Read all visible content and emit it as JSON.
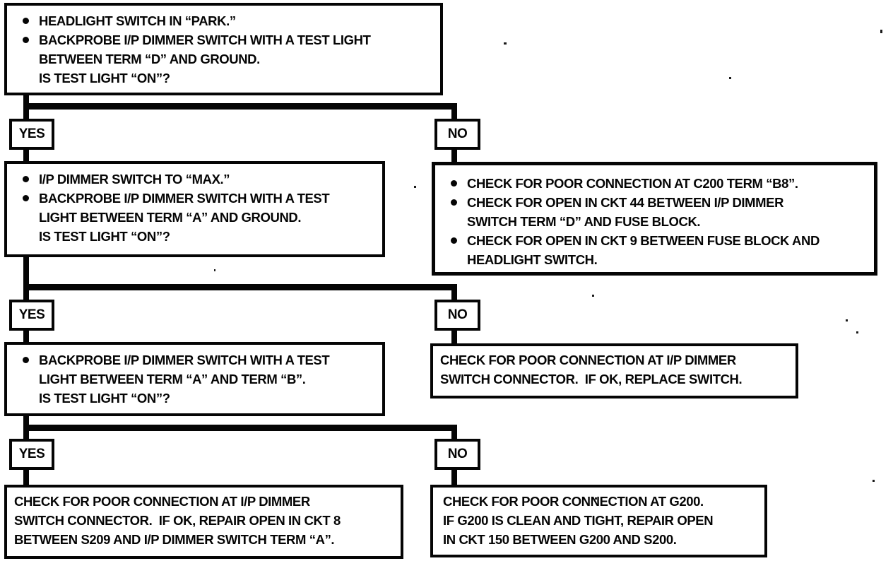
{
  "diagram": {
    "kind": "flowchart",
    "colors": {
      "ink": "#050505",
      "paper": "#ffffff"
    },
    "labels": {
      "yes": "YES",
      "no": "NO"
    },
    "nodes": {
      "q1": {
        "role": "question",
        "items": [
          {
            "bullet": true,
            "text": "HEADLIGHT SWITCH IN “PARK.”"
          },
          {
            "bullet": true,
            "text": "BACKPROBE I/P DIMMER SWITCH WITH A TEST LIGHT\nBETWEEN TERM “D” AND GROUND.\nIS TEST LIGHT “ON”?"
          }
        ]
      },
      "q2": {
        "role": "question",
        "items": [
          {
            "bullet": true,
            "text": "I/P DIMMER SWITCH TO “MAX.”"
          },
          {
            "bullet": true,
            "text": "BACKPROBE I/P DIMMER SWITCH WITH A TEST\nLIGHT BETWEEN TERM “A” AND GROUND.\nIS TEST LIGHT “ON”?"
          }
        ]
      },
      "r1_no": {
        "role": "action",
        "items": [
          {
            "bullet": true,
            "text": "CHECK FOR POOR CONNECTION AT C200 TERM “B8”."
          },
          {
            "bullet": true,
            "text": "CHECK FOR OPEN IN CKT 44 BETWEEN I/P DIMMER\nSWITCH TERM “D” AND FUSE BLOCK."
          },
          {
            "bullet": true,
            "text": "CHECK FOR OPEN IN CKT 9 BETWEEN FUSE BLOCK AND\nHEADLIGHT SWITCH."
          }
        ]
      },
      "q3": {
        "role": "question",
        "items": [
          {
            "bullet": true,
            "text": "BACKPROBE I/P DIMMER SWITCH WITH A TEST\nLIGHT BETWEEN TERM “A” AND TERM “B”.\nIS TEST LIGHT “ON”?"
          }
        ]
      },
      "r2_no": {
        "role": "action",
        "text": "CHECK FOR POOR CONNECTION AT I/P DIMMER\nSWITCH CONNECTOR.  IF OK, REPLACE SWITCH."
      },
      "r3_yes": {
        "role": "action",
        "text": "CHECK FOR POOR CONNECTION AT I/P DIMMER\nSWITCH CONNECTOR.  IF OK, REPAIR OPEN IN CKT 8\nBETWEEN S209 AND I/P DIMMER SWITCH TERM “A”."
      },
      "r3_no": {
        "role": "action",
        "text": "CHECK FOR POOR CONNECTION AT G200.\nIF G200 IS CLEAN AND TIGHT, REPAIR OPEN\nIN CKT 150 BETWEEN G200 AND S200."
      }
    },
    "edges": [
      {
        "from": "q1",
        "label": "YES",
        "to": "q2"
      },
      {
        "from": "q1",
        "label": "NO",
        "to": "r1_no"
      },
      {
        "from": "q2",
        "label": "YES",
        "to": "q3"
      },
      {
        "from": "q2",
        "label": "NO",
        "to": "r2_no"
      },
      {
        "from": "q3",
        "label": "YES",
        "to": "r3_yes"
      },
      {
        "from": "q3",
        "label": "NO",
        "to": "r3_no"
      }
    ]
  }
}
